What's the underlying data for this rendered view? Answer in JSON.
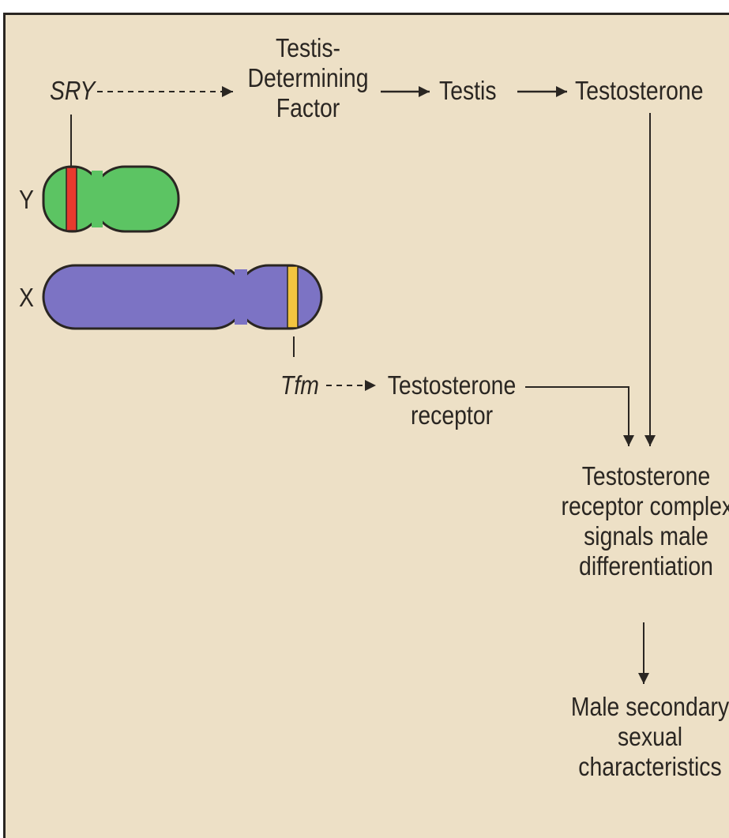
{
  "labels": {
    "sry": "SRY",
    "tdf": [
      "Testis-",
      "Determining",
      "Factor"
    ],
    "testis": "Testis",
    "testosterone": "Testosterone",
    "y_chromosome": "Y",
    "x_chromosome": "X",
    "tfm": "Tfm",
    "receptor": [
      "Testosterone",
      "receptor"
    ],
    "complex": [
      "Testosterone",
      "receptor complex",
      "signals male",
      "differentiation"
    ],
    "secondary": [
      "Male secondary",
      "sexual",
      "characteristics"
    ]
  },
  "colors": {
    "background": "#ede0c6",
    "ink": "#2a2622",
    "y_chromosome": "#5cc463",
    "sry_band": "#e83a2e",
    "x_chromosome": "#7c73c4",
    "tfm_band": "#f2c440"
  }
}
